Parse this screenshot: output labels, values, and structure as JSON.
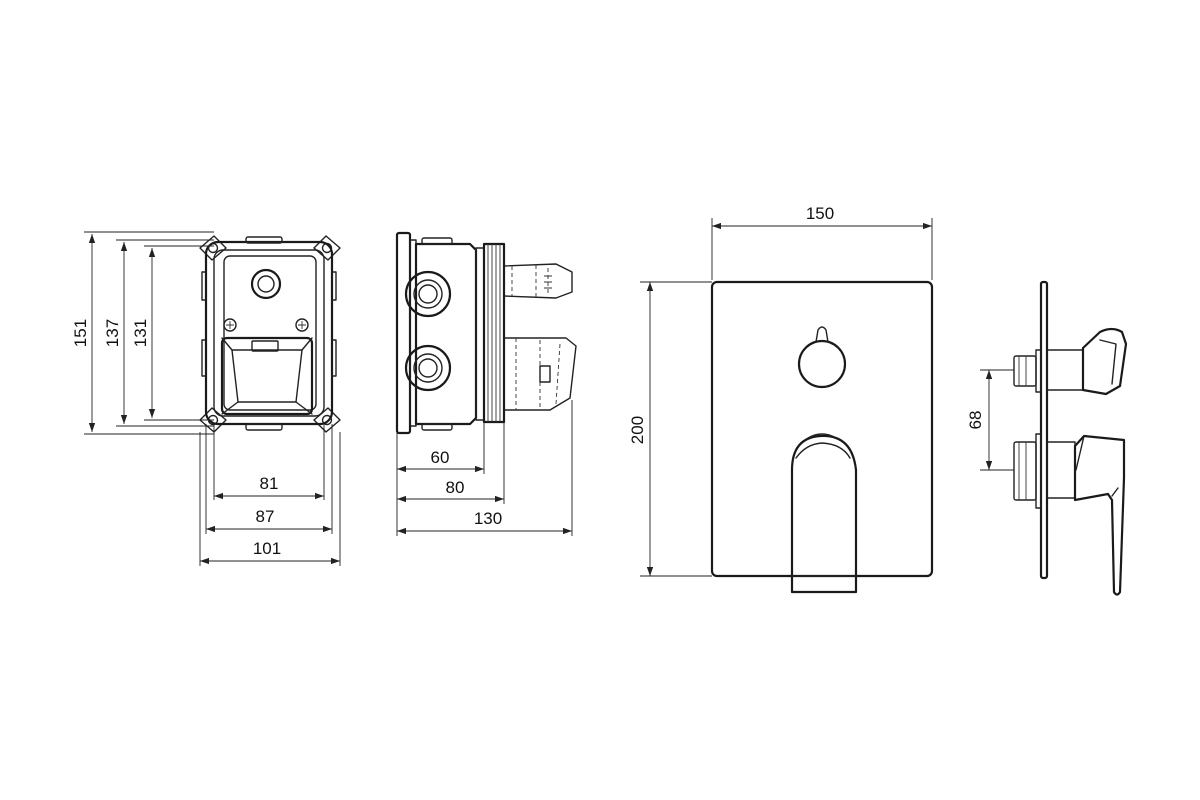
{
  "dimensions": {
    "box_front": {
      "height_outer": "151",
      "height_mid": "137",
      "height_inner": "131",
      "width_inner": "81",
      "width_mid": "87",
      "width_outer": "101"
    },
    "box_side": {
      "depth_inner": "60",
      "depth_mid": "80",
      "depth_outer": "130"
    },
    "cover_plate": {
      "width": "150",
      "height": "200"
    },
    "cover_side": {
      "spacing": "68"
    }
  },
  "colors": {
    "line": "#222222",
    "background": "#ffffff"
  }
}
